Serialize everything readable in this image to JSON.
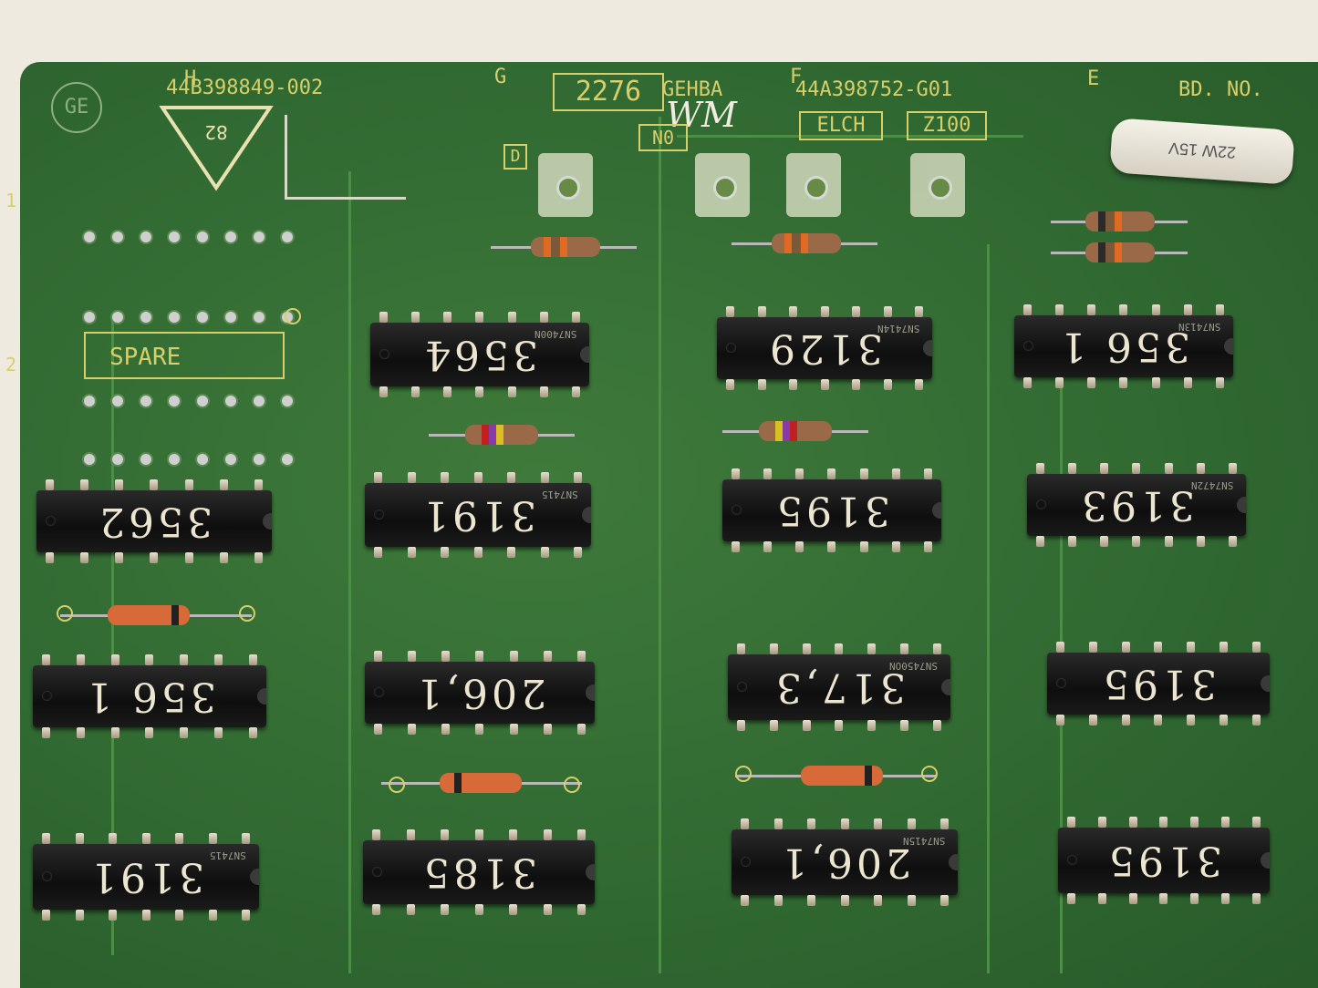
{
  "board": {
    "part_number_left": "44B398849-002",
    "code_number": "2276",
    "code_suffix": "GEHBA",
    "part_number_right": "44A398752-G01",
    "bd_no_label": "BD. NO.",
    "corner_letters": [
      "H",
      "G",
      "F",
      "E"
    ],
    "edge_marks": [
      "1",
      "2"
    ],
    "handwritten_initials": "WM",
    "spare_label": "SPARE",
    "jumper_labels": [
      "D",
      "N0",
      "ELCH",
      "Z100"
    ],
    "power_resistor_text": "22W 15V"
  },
  "chips": [
    {
      "label": "3564",
      "code": "SN7400N"
    },
    {
      "label": "3129",
      "code": "SN7414N"
    },
    {
      "label": "356 1",
      "code": "SN7413N"
    },
    {
      "label": "3562",
      "code": ""
    },
    {
      "label": "3191",
      "code": "SN7415"
    },
    {
      "label": "3195",
      "code": ""
    },
    {
      "label": "3193",
      "code": "SN7472N"
    },
    {
      "label": "356 1",
      "code": ""
    },
    {
      "label": "206,1",
      "code": ""
    },
    {
      "label": "317,3",
      "code": "SN7450ON"
    },
    {
      "label": "3195",
      "code": ""
    },
    {
      "label": "3191",
      "code": "SN7415"
    },
    {
      "label": "3185",
      "code": ""
    },
    {
      "label": "206,1",
      "code": "SN7415N"
    },
    {
      "label": "3195",
      "code": ""
    }
  ],
  "colors": {
    "board_green": "#347037",
    "silkscreen": "#d9cf6a",
    "chip_black": "#121212",
    "chip_label": "#ece5cf"
  }
}
